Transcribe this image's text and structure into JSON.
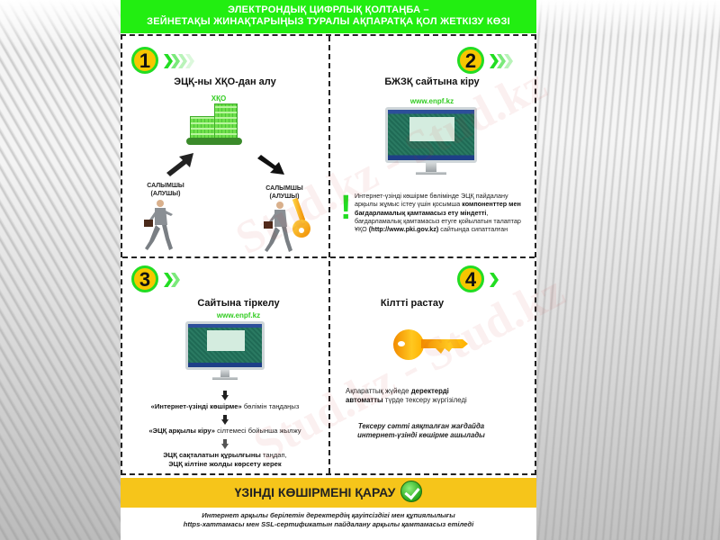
{
  "header": {
    "line1": "ЭЛЕКТРОНДЫҚ ЦИФРЛЫҚ ҚОЛТАҢБА –",
    "line2": "ЗЕЙНЕТАҚЫ ЖИНАҚТАРЫҢЫЗ ТУРАЛЫ АҚПАРАТҚА ҚОЛ ЖЕТКІЗУ КӨЗІ"
  },
  "colors": {
    "header_bg": "#22ee11",
    "badge_fill": "#f7c600",
    "badge_border": "#22dd22",
    "footer_bg": "#f6c51a",
    "url_green": "#33cc22"
  },
  "steps": [
    {
      "number": "1",
      "title": "ЭЦҚ-ны ХҚО-дан алу",
      "building_label": "ХҚО",
      "person_left_label_1": "САЛЫМШЫ",
      "person_left_label_2": "(АЛУШЫ)",
      "person_right_label_1": "САЛЫМШЫ",
      "person_right_label_2": "(АЛУШЫ)"
    },
    {
      "number": "2",
      "title": "БЖЗҚ сайтына кіру",
      "url": "www.enpf.kz",
      "note_p1": "Интернет-үзінді көшірме бөлімінде ЭЦҚ пайдалану арқылы жұмыс істеу үшін қосымша ",
      "note_b1": "компоненттер мен бағдарламалық қамтамасыз ету міндетті",
      "note_p2": ", бағдарламалық қамтамасыз етуге қойылатын талаптар ҰҚО ",
      "note_b2": "(http://www.pki.gov.kz)",
      "note_p3": " сайтында сипатталған"
    },
    {
      "number": "3",
      "title": "Сайтына тіркелу",
      "url": "www.enpf.kz",
      "flow1_b": "«Интернет-үзінді көшірме»",
      "flow1_t": " бөлімін таңдаңыз",
      "flow2_b": "«ЭЦҚ арқылы кіру»",
      "flow2_t": " сілтемесі бойынша жылжу",
      "flow3_b1": "ЭЦҚ сақталатын құрылғыны",
      "flow3_t1": " таңдап,",
      "flow3_b2": "ЭЦҚ кілтіне жолды көрсету керек"
    },
    {
      "number": "4",
      "title": "Кілтті растау",
      "check_t1": "Ақпараттық жүйеде ",
      "check_b1": "деректерді",
      "check_b2": "автоматты",
      "check_t2": " түрде тексеру жүргізіледі",
      "result_line1": "Тексеру сәтті аяқталған жағдайда",
      "result_line2": "интернет-үзінді көшірме ашылады"
    }
  ],
  "footer": {
    "title": "ҮЗІНДІ КӨШІРМЕНІ ҚАРАУ",
    "note_line1": "Интернет арқылы берілетін деректердің қауіпсіздігі мен құпиялылығы",
    "note_line2": "https-хаттамасы мен SSL-сертификатын пайдалану арқылы қамтамасыз етіледі"
  },
  "watermark": "Stud.kz - Stud.kz"
}
